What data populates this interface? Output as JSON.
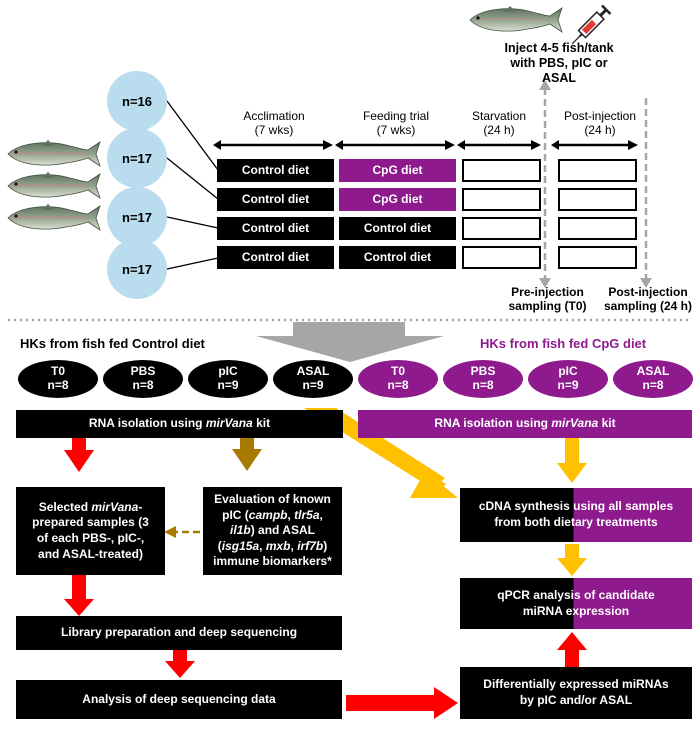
{
  "diagram": {
    "groups": [
      "n=16",
      "n=17",
      "n=17",
      "n=17"
    ],
    "phases": [
      {
        "title": "Acclimation",
        "duration": "(7 wks)"
      },
      {
        "title": "Feeding trial",
        "duration": "(7 wks)"
      },
      {
        "title": "Starvation",
        "duration": "(24 h)"
      },
      {
        "title": "Post-injection",
        "duration": "(24 h)"
      }
    ],
    "injection_note": [
      "Inject 4-5 fish/tank",
      "with PBS, pIC or",
      "ASAL"
    ],
    "diet_rows": [
      {
        "acclimation": "Control diet",
        "feeding": "CpG diet"
      },
      {
        "acclimation": "Control diet",
        "feeding": "CpG diet"
      },
      {
        "acclimation": "Control diet",
        "feeding": "Control diet"
      },
      {
        "acclimation": "Control diet",
        "feeding": "Control diet"
      }
    ],
    "sampling": {
      "pre": [
        "Pre-injection",
        "sampling (T0)"
      ],
      "post": [
        "Post-injection",
        "sampling (24 h)"
      ]
    },
    "hk_control_title": "HKs from fish fed Control diet",
    "hk_cpg_title": "HKs from fish fed CpG diet",
    "control_samples": [
      {
        "label": "T0",
        "n": "n=8"
      },
      {
        "label": "PBS",
        "n": "n=8"
      },
      {
        "label": "pIC",
        "n": "n=9"
      },
      {
        "label": "ASAL",
        "n": "n=9"
      }
    ],
    "cpg_samples": [
      {
        "label": "T0",
        "n": "n=8"
      },
      {
        "label": "PBS",
        "n": "n=8"
      },
      {
        "label": "pIC",
        "n": "n=9"
      },
      {
        "label": "ASAL",
        "n": "n=8"
      }
    ],
    "rna_isolation": {
      "prefix": "RNA isolation using ",
      "kit": "mirVana",
      "suffix": " kit"
    },
    "selected_samples": {
      "l1a": "Selected ",
      "l1b": "mirVana",
      "l1c": "-",
      "l2": "prepared samples (3",
      "l3": "of each PBS-, pIC-,",
      "l4": "and ASAL-treated)"
    },
    "biomarkers": {
      "l1": "Evaluation of known",
      "l2a": "pIC (",
      "g1": "campb",
      "sep1": ", ",
      "g2": "tlr5a",
      "sep2": ",",
      "g3": "il1b",
      "l3b": ") and ASAL",
      "l4a": "(",
      "g4": "isg15a",
      "sep3": ", ",
      "g5": "mxb",
      "sep4": ", ",
      "g6": "irf7b",
      "l4b": ")",
      "l5": "immune biomarkers*"
    },
    "cdna": {
      "l1a": "cDNA synthesis ",
      "l1b": "using all samples",
      "l2": "from both dietary treatments"
    },
    "qpcr": {
      "l1": "qPCR analysis of candidate",
      "l2": "miRNA expression"
    },
    "library": "Library preparation and deep sequencing",
    "analysis": "Analysis of deep sequencing data",
    "diff_mirna": {
      "l1": "Differentially expressed miRNAs",
      "l2": "by pIC and/or ASAL"
    },
    "colors": {
      "purple": "#8e1a8e",
      "black": "#000000",
      "red_arrow": "#ff0000",
      "yellow_arrow": "#ffc000",
      "brown_arrow": "#a87b00",
      "circle_blue": "#b9dcef",
      "gray": "#a6a6a6"
    },
    "icons": [
      "trout-icon",
      "syringe-icon"
    ]
  }
}
